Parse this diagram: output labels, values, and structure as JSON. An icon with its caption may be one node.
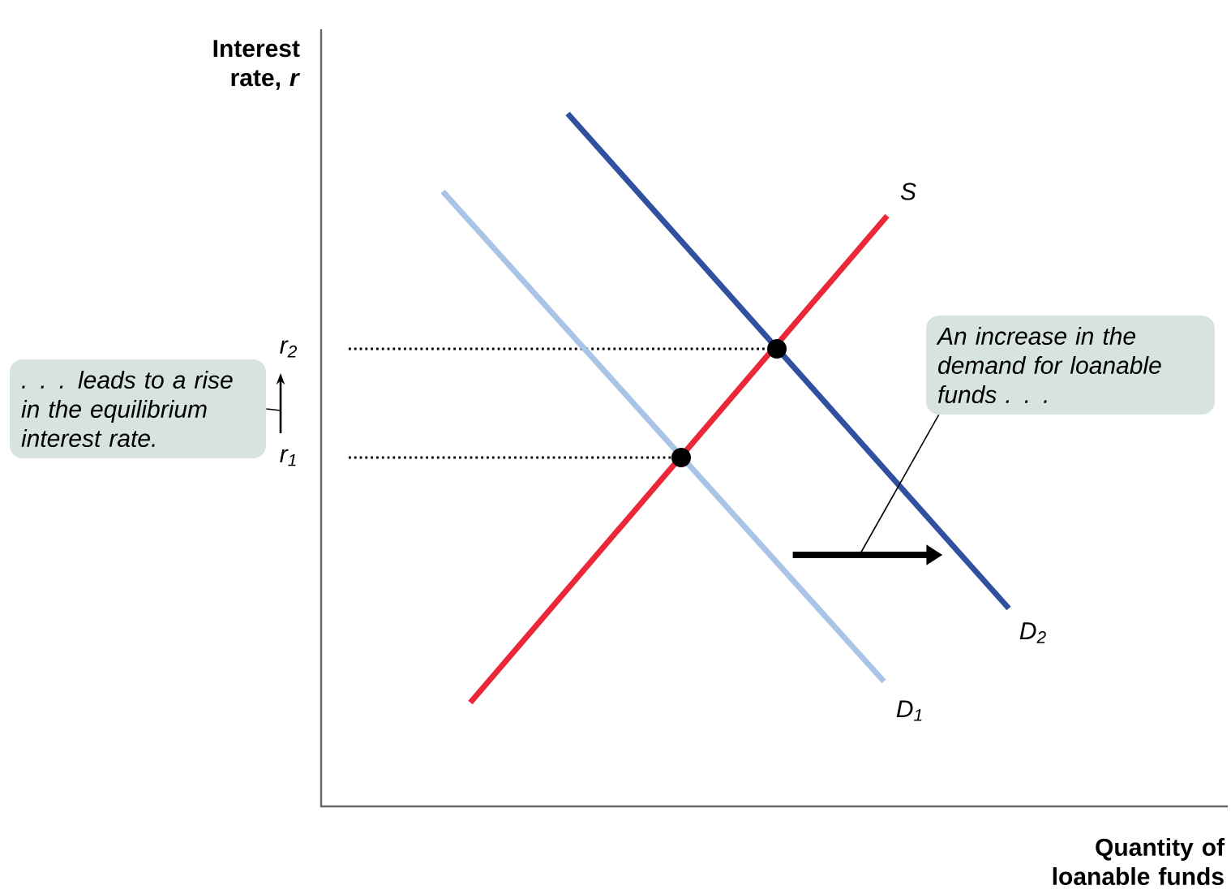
{
  "diagram": {
    "nodes": [
      {
        "text": [
          ". . . leads to a rise in the equilibrium interest rate."
        ]
      },
      {
        "text": [
          "r$_{2}$"
        ]
      },
      {
        "text": [
          "r$_{1}$"
        ]
      },
      {
        "text": [
          "An increase in the demand for loanable funds . . ."
        ]
      },
      {
        "text": [],
        "shape": "arrow"
      }
    ],
    "edges": [
      {
        "from": 2,
        "to": 1,
        "arrow": "to"
      },
      {
        "from": 0,
        "to": null,
        "arrow": "none"
      },
      {
        "from": 3,
        "to": 4,
        "arrow": "none"
      }
    ],
    "labels": [
      "Interest rate, *r*",
      "S",
      "D$_{2}$",
      "D$_{1}$",
      "Quantity of loanable funds"
    ]
  }
}
